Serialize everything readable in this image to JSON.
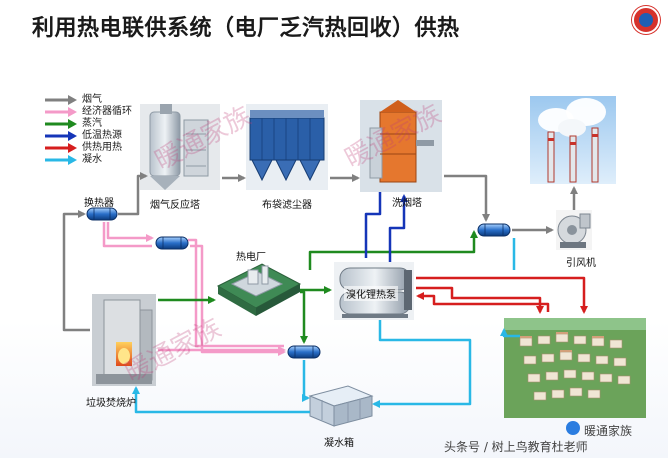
{
  "title": "利用热电联供系统（电厂乏汽热回收）供热",
  "colors": {
    "flue_gas": "#808080",
    "economizer": "#f49ac8",
    "steam": "#1f8a1f",
    "low_temp": "#1535b8",
    "heating": "#d61e1e",
    "condensate": "#29b8e6"
  },
  "legend": [
    {
      "label": "烟气",
      "color": "#808080"
    },
    {
      "label": "经济器循环",
      "color": "#f49ac8"
    },
    {
      "label": "蒸汽",
      "color": "#1f8a1f"
    },
    {
      "label": "低温热源",
      "color": "#1535b8"
    },
    {
      "label": "供热用热",
      "color": "#d61e1e"
    },
    {
      "label": "凝水",
      "color": "#29b8e6"
    }
  ],
  "labels": {
    "heat_exchanger": "换热器",
    "flue_gas_reactor": "烟气反应塔",
    "bag_filter": "布袋滤尘器",
    "scrubber": "洗烟塔",
    "power_plant": "热电厂",
    "lithium_bromide": "溴化锂热泵",
    "fan": "引风机",
    "incinerator": "垃圾焚烧炉",
    "condensate_tank": "凝水箱"
  },
  "watermark": "暖通家族",
  "brand": "暖通家族",
  "footer": "头条号 / 树上鸟教育杜老师",
  "edges": [
    {
      "name": "edge-incinerator-to-hx-flue",
      "type": "flue_gas"
    },
    {
      "name": "edge-hx-to-reactor-flue",
      "type": "flue_gas"
    },
    {
      "name": "edge-reactor-to-bagfilter-flue",
      "type": "flue_gas"
    },
    {
      "name": "edge-bagfilter-to-scrubber-flue",
      "type": "flue_gas"
    },
    {
      "name": "edge-scrubber-to-rhx-flue",
      "type": "flue_gas"
    },
    {
      "name": "edge-rhx-to-fan-flue",
      "type": "flue_gas"
    },
    {
      "name": "edge-fan-to-stack-flue",
      "type": "flue_gas"
    },
    {
      "name": "edge-hx-economizer-loop",
      "type": "economizer"
    },
    {
      "name": "edge-hx2-to-bottomhx-economizer",
      "type": "economizer"
    },
    {
      "name": "edge-incinerator-to-bottomhx-economizer",
      "type": "economizer"
    },
    {
      "name": "edge-incinerator-to-plant-steam",
      "type": "steam"
    },
    {
      "name": "edge-plant-to-heatpump-steam",
      "type": "steam"
    },
    {
      "name": "edge-plant-to-bottomhx-steam",
      "type": "steam"
    },
    {
      "name": "edge-plant-to-rhx-steam",
      "type": "steam"
    },
    {
      "name": "edge-scrubber-heatpump-lowtemp",
      "type": "low_temp"
    },
    {
      "name": "edge-heatpump-to-community-heating",
      "type": "heating"
    },
    {
      "name": "edge-heatpump-to-stack-heating",
      "type": "heating"
    },
    {
      "name": "edge-community-to-heatpump-heating",
      "type": "heating"
    },
    {
      "name": "edge-heatpump-to-tank-condensate",
      "type": "condensate"
    },
    {
      "name": "edge-bottomhx-to-tank-condensate",
      "type": "condensate"
    },
    {
      "name": "edge-tank-to-incinerator-condensate",
      "type": "condensate"
    },
    {
      "name": "edge-rhx-to-community-condensate",
      "type": "condensate"
    }
  ]
}
